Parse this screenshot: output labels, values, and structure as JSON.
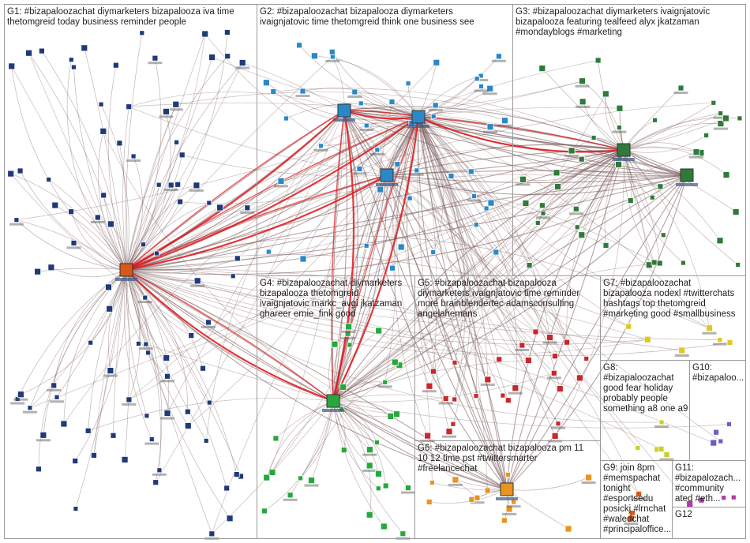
{
  "graph": {
    "groups": [
      {
        "id": "G1",
        "label": "G1: #bizapaloozachat diymarketers bizapalooza iva time\nthetomgreid today business reminder people"
      },
      {
        "id": "G2",
        "label": "G2: #bizapaloozachat bizapalooza diymarketers\nivaignjatovic time thetomgreid think one business see"
      },
      {
        "id": "G3",
        "label": "G3: #bizapaloozachat diymarketers ivaignjatovic\nbizapalooza featuring tealfeed alyx jkatzaman\n#mondayblogs #marketing"
      },
      {
        "id": "G4",
        "label": "G4: #bizapaloozachat diymarketers\nbizapalooza thetomgreid\nivaignjatovic markc_avgi jkatzaman\nghareer ernie_fink good"
      },
      {
        "id": "G5",
        "label": "G5: #bizapaloozachat bizapalooza\ndiymarketers ivaignjatovic time reminder\nmore brainblendertec adamsconsulting\nangelahemans"
      },
      {
        "id": "G6",
        "label": "G6: #bizapaloozachat bizapalooza pm 11\n10 12 time pst #twittersmarter\n#freelancechat"
      },
      {
        "id": "G7",
        "label": "G7: #bizapaloozachat\nbizapalooza nodexl #twitterchats\nhashtags top thetomgreid\n#marketing good #smallbusiness"
      },
      {
        "id": "G8",
        "label": "G8:\n#bizapaloozachat\ngood fear holiday\nprobably people\nsomething a8 one a9"
      },
      {
        "id": "G9",
        "label": "G9: join 8pm\n#memspachat\ntonight\n#esportsedu\nposickj #lrnchat\n#waledchat\n#principaloffice..."
      },
      {
        "id": "G10",
        "label": "G10:\n#bizapaloo..."
      },
      {
        "id": "G11",
        "label": "G11:\n#bizapalozach...\n#community\nated #eth..."
      },
      {
        "id": "G12",
        "label": "G12"
      }
    ],
    "colors": {
      "g1": "#1f3a78",
      "g2": "#2a88c8",
      "g3": "#2f7a3a",
      "g4": "#27a83c",
      "g5": "#c8282c",
      "g6": "#e8941e",
      "g7": "#e0c81e",
      "g8": "#c8d028",
      "g9": "#d85818",
      "g10": "#6a5fc8",
      "g11": "#b03aa8",
      "edge": "#7a5a5a",
      "edge_red": "#e0141a",
      "border": "#9a9a9a"
    }
  }
}
